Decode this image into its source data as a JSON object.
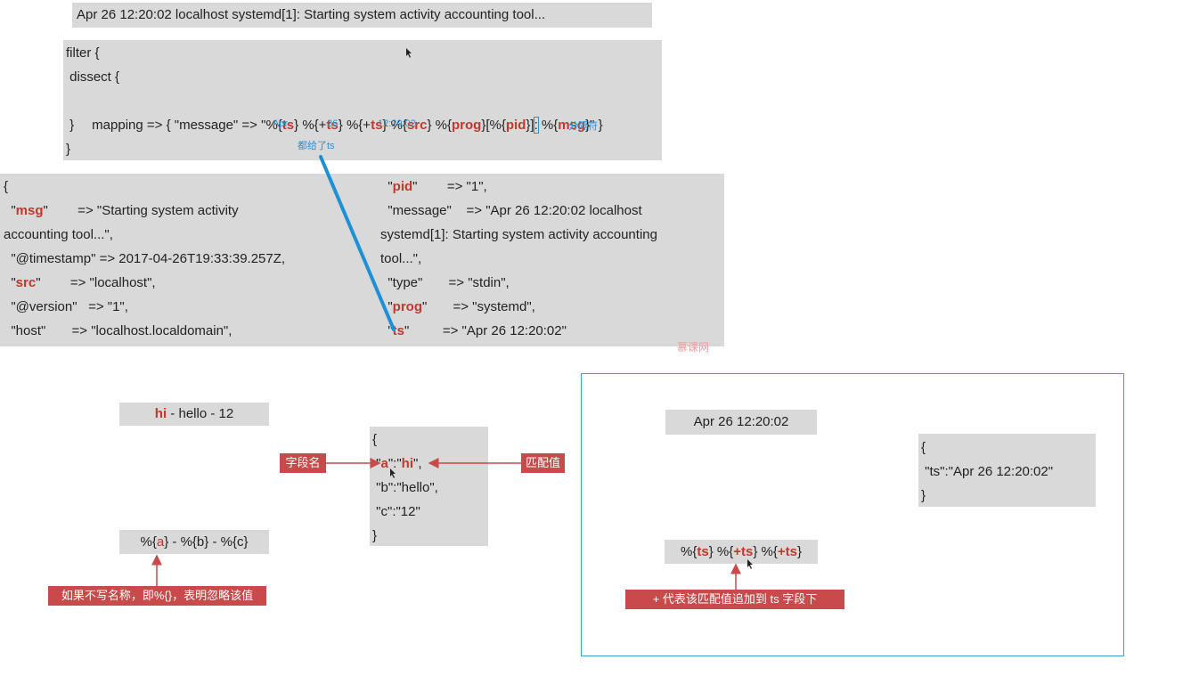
{
  "log_line": "Apr 26 12:20:02 localhost systemd[1]: Starting system activity accounting tool...",
  "filter_block": {
    "line1": "filter {",
    "line2": " dissect {",
    "line3_parts": [
      "   mapping => { \"message\" => \"%{",
      "ts",
      "} %{+",
      "ts",
      "} %{+",
      "ts",
      "} %{",
      "src",
      "} %{",
      "prog",
      "}[%{",
      "pid",
      "}]",
      ":",
      " %{",
      "msg",
      "}\" }"
    ],
    "line4": " }",
    "line5": "}",
    "notes": {
      "apr": "Apr",
      "day": "26",
      "time": "12:20:02",
      "separator": "分隔符",
      "assigned": "都给了ts"
    }
  },
  "output_left": [
    {
      "pre": "{",
      "key": "",
      "post": ""
    },
    {
      "pre": "  \"",
      "key": "msg",
      "post": "\"        => \"Starting system activity"
    },
    {
      "pre": "accounting tool...\",",
      "key": "",
      "post": ""
    },
    {
      "pre": "  \"@timestamp\" => 2017-04-26T19:33:39.257Z,",
      "key": "",
      "post": ""
    },
    {
      "pre": "  \"",
      "key": "src",
      "post": "\"        => \"localhost\","
    },
    {
      "pre": "  \"@version\"   => \"1\",",
      "key": "",
      "post": ""
    },
    {
      "pre": "  \"host\"       => \"localhost.localdomain\",",
      "key": "",
      "post": ""
    }
  ],
  "output_right": [
    {
      "pre": "  \"",
      "key": "pid",
      "post": "\"        => \"1\","
    },
    {
      "pre": "  \"message\"    => \"Apr 26 12:20:02 localhost",
      "key": "",
      "post": ""
    },
    {
      "pre": "systemd[1]: Starting system activity accounting",
      "key": "",
      "post": ""
    },
    {
      "pre": "tool...\",",
      "key": "",
      "post": ""
    },
    {
      "pre": "  \"type\"       => \"stdin\",",
      "key": "",
      "post": ""
    },
    {
      "pre": "  \"",
      "key": "prog",
      "post": "\"       => \"systemd\","
    },
    {
      "pre": "  \"",
      "key": "ts",
      "post": "\"         => \"Apr 26 12:20:02\""
    }
  ],
  "watermark": "慕课网",
  "example1": {
    "input_parts": [
      "hi",
      " - hello - 12"
    ],
    "json_lines": [
      {
        "pre": "{",
        "a": "",
        "mid": "",
        "b": "",
        "post": ""
      },
      {
        "pre": " \"",
        "a": "a",
        "mid": "\":\"",
        "b": "hi",
        "post": "\","
      },
      {
        "pre": " \"b\":\"hello\",",
        "a": "",
        "mid": "",
        "b": "",
        "post": ""
      },
      {
        "pre": " \"c\":\"12\"",
        "a": "",
        "mid": "",
        "b": "",
        "post": ""
      },
      {
        "pre": "}",
        "a": "",
        "mid": "",
        "b": "",
        "post": ""
      }
    ],
    "field_name_tag": "字段名",
    "match_value_tag": "匹配值",
    "pattern_parts": [
      "%{",
      "a",
      "} - %{b} - %{c}"
    ],
    "ignore_tag": "如果不写名称，即%{}，表明忽略该值"
  },
  "example2": {
    "input": "Apr 26 12:20:02",
    "json_lines": [
      "{",
      " \"ts\":\"Apr 26 12:20:02\"",
      "}"
    ],
    "pattern_parts": [
      "%{",
      "ts",
      "} %{",
      "+ts",
      "} %{",
      "+ts",
      "}"
    ],
    "append_tag": "+ 代表该匹配值追加到 ts 字段下"
  },
  "colors": {
    "highlight_red": "#c0392b",
    "tag_red": "#c94a4a",
    "note_blue": "#2f8fd6",
    "panel_border": "#3aa0d8"
  }
}
